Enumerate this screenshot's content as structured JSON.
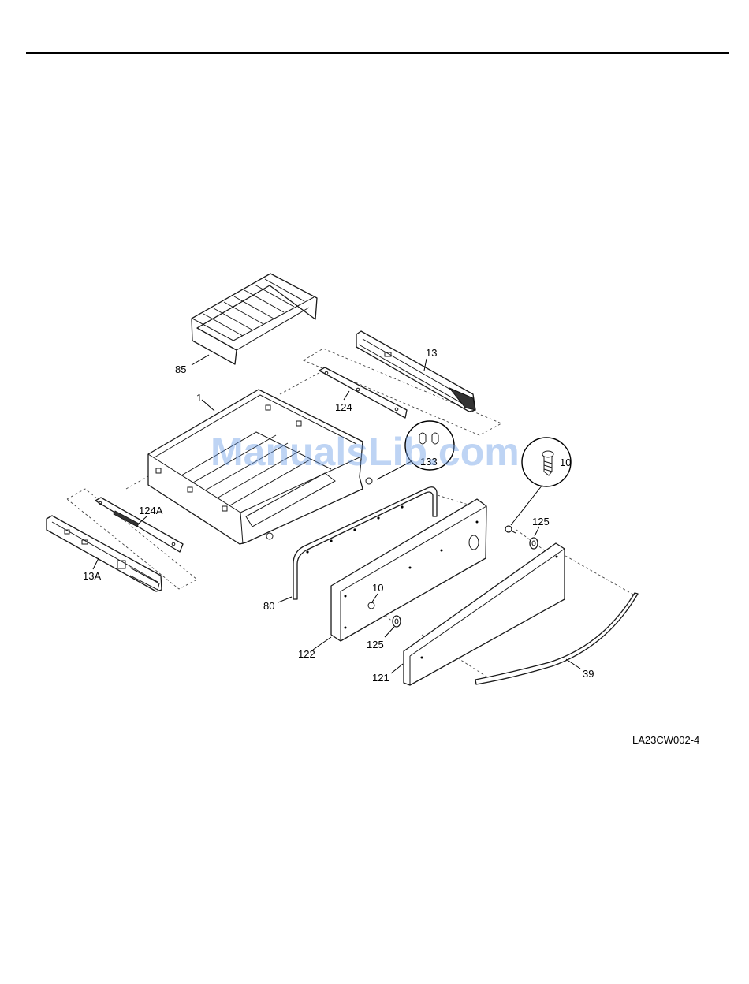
{
  "diagram": {
    "callouts": {
      "p85": "85",
      "p1": "1",
      "p124": "124",
      "p13": "13",
      "p133": "133",
      "p10_detail": "10",
      "p125_right": "125",
      "p124A": "124A",
      "p13A": "13A",
      "p80": "80",
      "p10": "10",
      "p122": "122",
      "p125": "125",
      "p121": "121",
      "p39": "39"
    },
    "drawing_code": "LA23CW002-4",
    "watermark": "ManualsLib.com"
  }
}
